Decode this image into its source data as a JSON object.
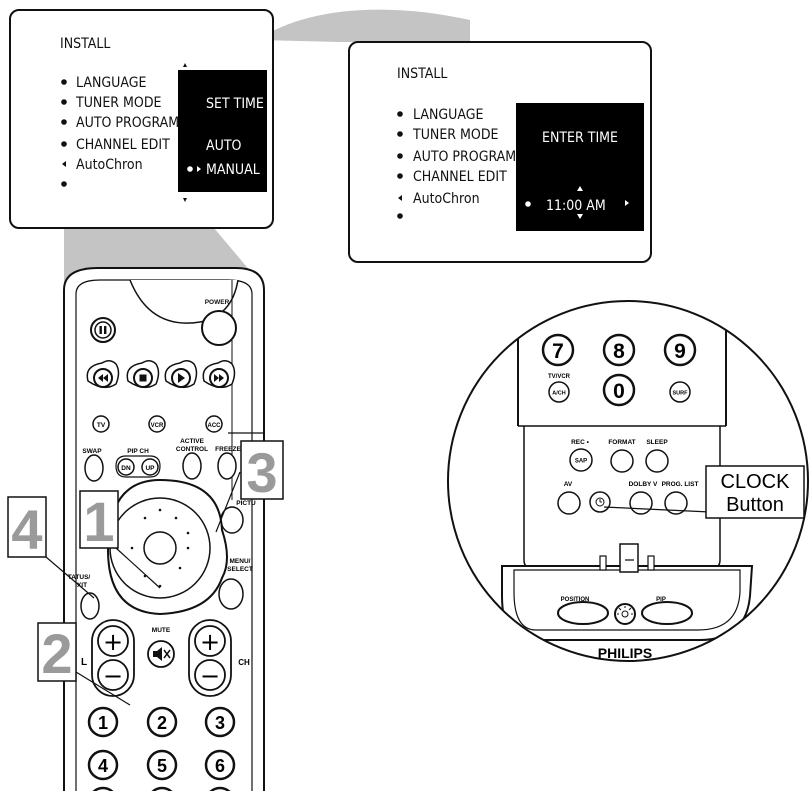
{
  "screen_left": {
    "title": "INSTALL",
    "menu_items": [
      "LANGUAGE",
      "TUNER MODE",
      "AUTO PROGRAM",
      "CHANNEL EDIT",
      "AutoChron"
    ],
    "panel_title": "SET TIME",
    "options": [
      "AUTO",
      "MANUAL"
    ]
  },
  "screen_right": {
    "title": "INSTALL",
    "menu_items": [
      "LANGUAGE",
      "TUNER MODE",
      "AUTO PROGRAM",
      "CHANNEL EDIT",
      "AutoChron"
    ],
    "panel_title": "ENTER TIME",
    "time_value": "11:00 AM"
  },
  "remote": {
    "power": "POWER",
    "tv": "TV",
    "vcr": "VCR",
    "acc": "ACC",
    "swap": "SWAP",
    "pip_ch": "PIP CH",
    "active_control": [
      "ACTIVE",
      "CONTROL"
    ],
    "freeze": "FREEZE",
    "dn": "DN",
    "up": "UP",
    "picture": "PICTU",
    "status_exit": [
      "TATUS/",
      "XIT"
    ],
    "menu_select": [
      "MENU/",
      "SELECT"
    ],
    "mute": "MUTE",
    "vol": "L",
    "ch": "CH",
    "digits": [
      "1",
      "2",
      "3",
      "4",
      "5",
      "6"
    ],
    "plus": "+",
    "minus": "−"
  },
  "step_numbers": [
    "1",
    "2",
    "3",
    "4"
  ],
  "zoom": {
    "digits": [
      "7",
      "8",
      "9",
      "0"
    ],
    "tvvcr": [
      "TV/VCR"
    ],
    "ach": "A/CH",
    "surf": "SURF",
    "rec": "REC •",
    "format": "FORMAT",
    "sleep": "SLEEP",
    "sap": "SAP",
    "av": "AV",
    "dolby": "DOLBY V",
    "prog_list": "PROG. LIST",
    "position": "POSITION",
    "pip": "PIP",
    "brand": "PHILIPS",
    "callout": [
      "CLOCK",
      "Button"
    ]
  }
}
